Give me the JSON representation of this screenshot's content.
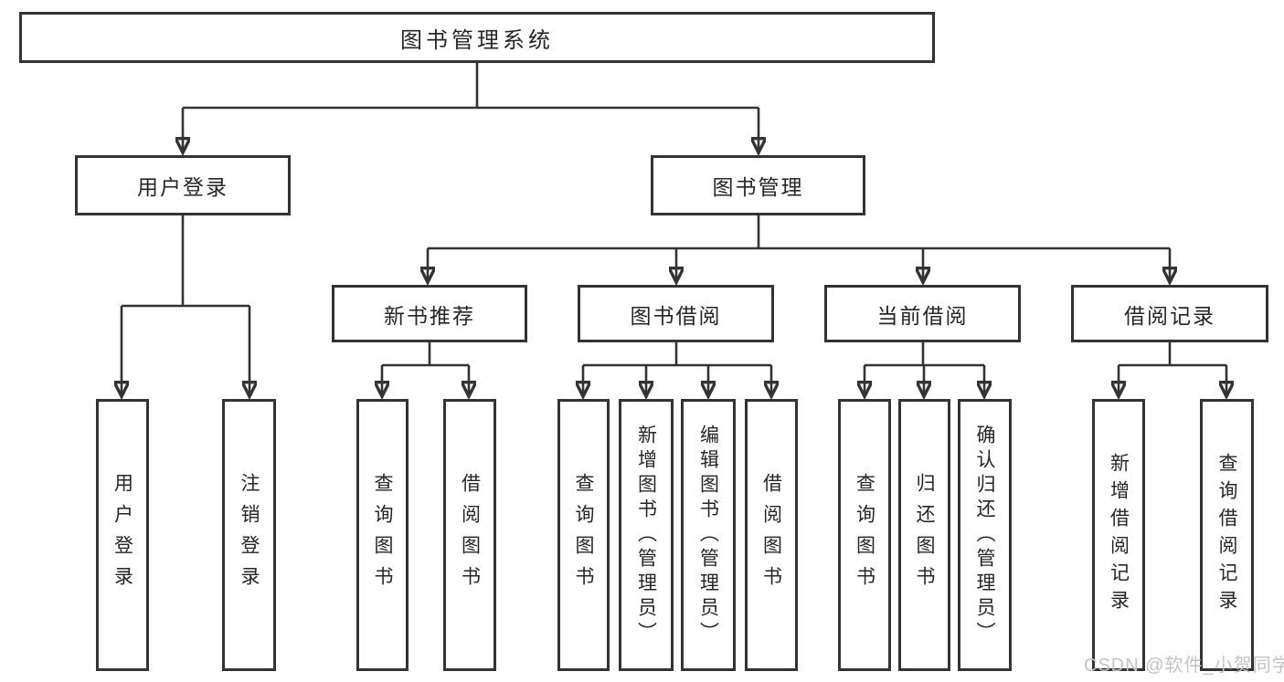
{
  "tree": {
    "label": "图书管理系统",
    "children": [
      {
        "label": "用户登录",
        "children": [
          {
            "label": "用户登录"
          },
          {
            "label": "注销登录"
          }
        ]
      },
      {
        "label": "图书管理",
        "children": [
          {
            "label": "新书推荐",
            "children": [
              {
                "label": "查询图书"
              },
              {
                "label": "借阅图书"
              }
            ]
          },
          {
            "label": "图书借阅",
            "children": [
              {
                "label": "查询图书"
              },
              {
                "label": "新增图书（管理员）"
              },
              {
                "label": "编辑图书（管理员）"
              },
              {
                "label": "借阅图书"
              }
            ]
          },
          {
            "label": "当前借阅",
            "children": [
              {
                "label": "查询图书"
              },
              {
                "label": "归还图书"
              },
              {
                "label": "确认归还（管理员）"
              }
            ]
          },
          {
            "label": "借阅记录",
            "children": [
              {
                "label": "新增借阅记录"
              },
              {
                "label": "查询借阅记录"
              }
            ]
          }
        ]
      }
    ]
  },
  "watermark": "CSDN @软件_小贺同学",
  "colors": {
    "line": "#333333",
    "text": "#262626",
    "box_fill": "#ffffff",
    "background": "#ffffff",
    "watermark": "#c3c3c3"
  }
}
